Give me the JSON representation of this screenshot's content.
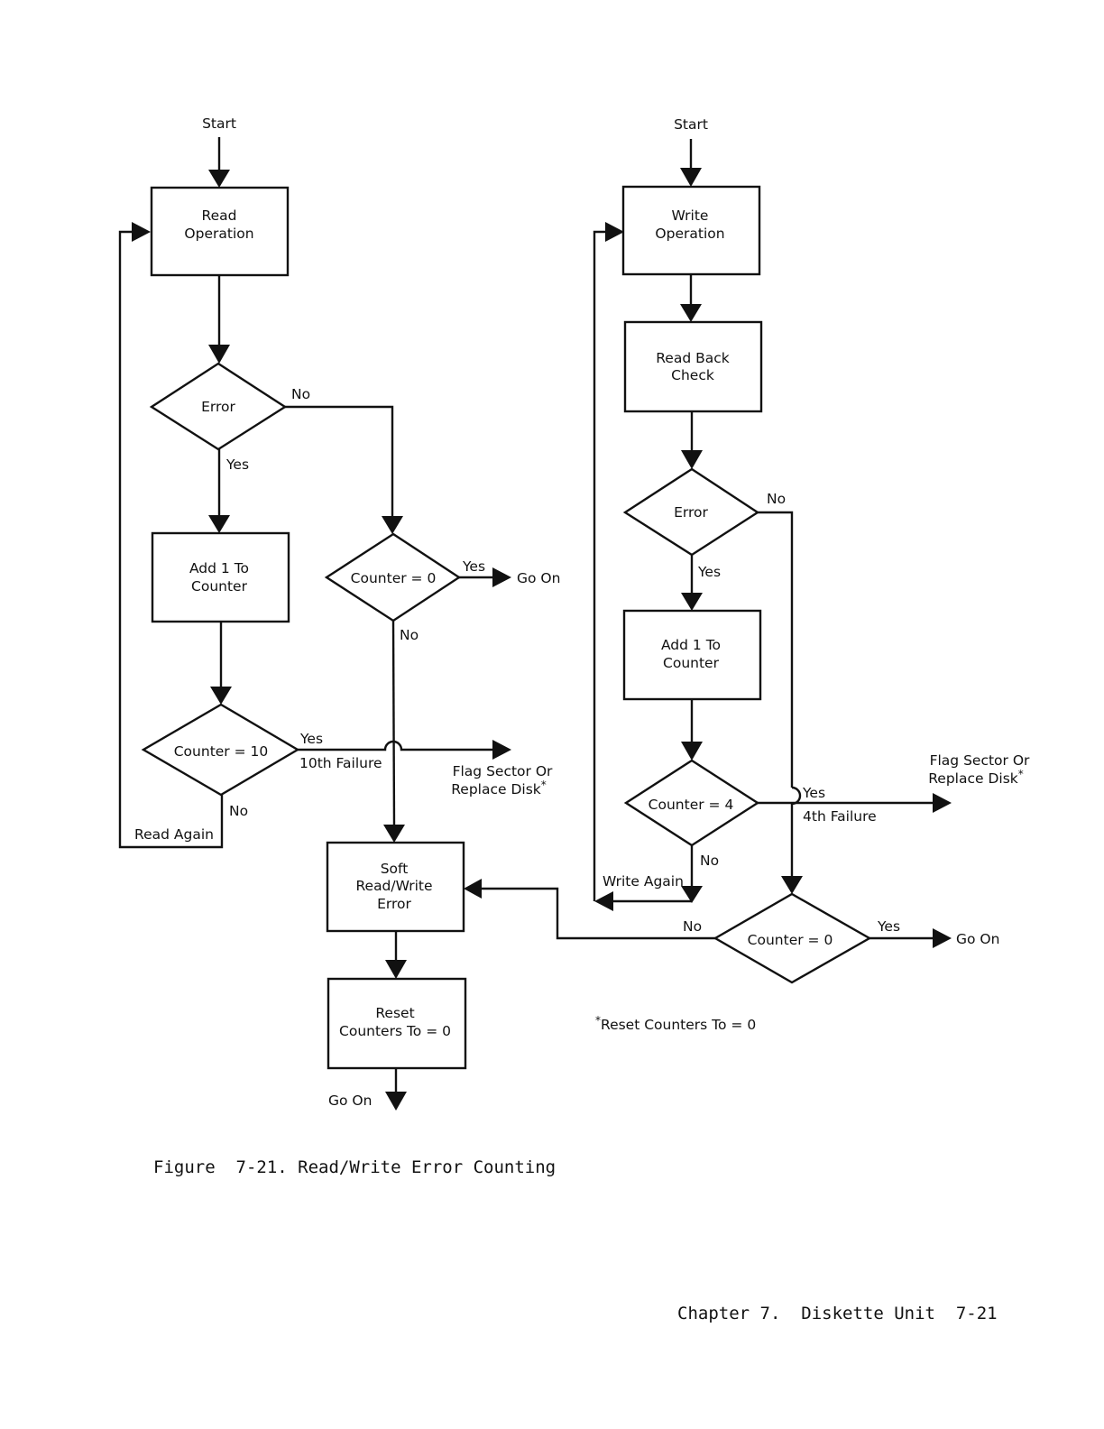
{
  "read_flow": {
    "start": "Start",
    "operation": [
      "Read",
      "Operation"
    ],
    "error": "Error",
    "error_no": "No",
    "error_yes": "Yes",
    "add_counter": [
      "Add 1 To",
      "Counter"
    ],
    "counter10": "Counter = 10",
    "counter10_yes": "Yes",
    "tenth_failure": "10th Failure",
    "counter10_no": "No",
    "read_again": "Read Again",
    "counter0": "Counter = 0",
    "counter0_yes": "Yes",
    "counter0_go_on": "Go On",
    "counter0_no": "No",
    "flag": [
      "Flag Sector Or",
      "Replace Disk"
    ],
    "soft_error": [
      "Soft",
      "Read/Write",
      "Error"
    ],
    "reset": [
      "Reset",
      "Counters To = 0"
    ],
    "go_on": "Go On"
  },
  "write_flow": {
    "start": "Start",
    "operation": [
      "Write",
      "Operation"
    ],
    "read_back": [
      "Read Back",
      "Check"
    ],
    "error": "Error",
    "error_no": "No",
    "error_yes": "Yes",
    "add_counter": [
      "Add 1 To",
      "Counter"
    ],
    "counter4": "Counter = 4",
    "counter4_yes": "Yes",
    "fourth_failure": "4th Failure",
    "counter4_no": "No",
    "write_again": "Write Again",
    "flag": [
      "Flag Sector Or",
      "Replace Disk"
    ],
    "counter0": "Counter = 0",
    "counter0_no": "No",
    "counter0_yes": "Yes",
    "go_on": "Go On"
  },
  "footnote_mark": "*",
  "footnote": "Reset Counters To = 0",
  "caption": "Figure  7-21. Read/Write Error Counting",
  "footer": "Chapter 7.  Diskette Unit  7-21"
}
